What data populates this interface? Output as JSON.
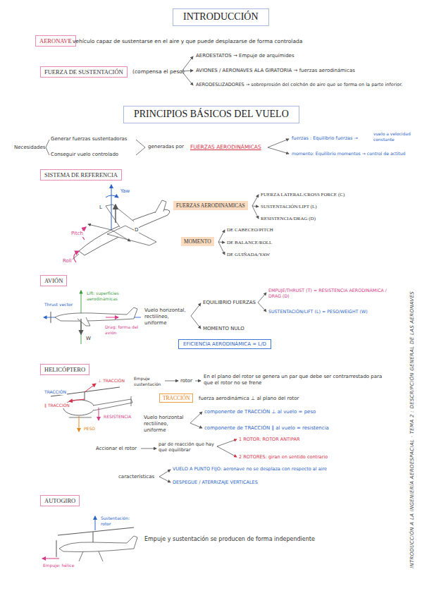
{
  "diagram": {
    "nodes": [
      {
        "text": [
          "INTRODUCCIÓN"
        ]
      },
      {
        "text": [
          "AERONAVE"
        ]
      },
      {
        "text": [
          "FUERZA DE SUSTENTACIÓN"
        ]
      },
      {
        "text": [
          "PRINCIPIOS BÁSICOS DEL VUELO"
        ]
      },
      {
        "text": [
          "SISTEMA DE REFERENCIA"
        ]
      },
      {
        "text": [
          "FUERZAS AERODINAMICAS"
        ]
      },
      {
        "text": [
          "MOMENTO"
        ]
      },
      {
        "text": [
          "AVIÓN"
        ]
      },
      {
        "text": [
          "EFICIENCIA AERODINÁMICA = L/D"
        ]
      },
      {
        "text": [
          "HELICÓPTERO"
        ]
      },
      {
        "text": [
          "TRACCIÓN"
        ]
      },
      {
        "text": [
          "AUTOGIRO"
        ]
      }
    ],
    "labels": [
      ": vehículo capaz de sustentarse en el aire y que puede desplazarse de forma controlada",
      "(compensa el peso)",
      "AEROESTATOS → Empuje de arquímides",
      "AVIONES / AERONAVES ALA GIRATORIA → fuerzas aerodinámicas",
      "AERODESLIZADORES → sobrepresión del colchón de aire que se forma en la parte inferior.",
      "Necesidades",
      "Generar fuerzas sustentadoras",
      "Conseguir vuelo controlado",
      "generadas por",
      "FUERZAS AERODINÁMICAS",
      "fuerzas : Equilibrio fuerzas →",
      "vuelo a velocidad constante",
      "momento: Equilibrio momentos → control de actitud",
      "Yaw",
      "Pitch",
      "Roll",
      "L",
      "D",
      "FUERZA LATERAL/CROSS FORCE (C)",
      "SUSTENTACIÓN/LIFT (L)",
      "RESISTENCIA/DRAG (D)",
      "DE CABECEO/PITCH",
      "DE BALANCE/ROLL",
      "DE GUIÑADA/YAW",
      "Thrust vector",
      "Lift: superficies aerodinámicas",
      "Drag: forma del avión",
      "W",
      "Vuelo horizontal, rectilíneo, uniforme",
      "EQUILIBRIO FUERZAS",
      "EMPUJE/THRUST (T) = RESISTENCIA AERODINÁMICA / DRAG (D)",
      "SUSTENTACIÓN/LIFT (L) = PESO/WEIGHT (W)",
      "MOMENTO NULO",
      "TRACCIÓN",
      "⊥ TRACCIÓN",
      "∥ TRACCIÓN",
      "RESISTENCIA",
      "PESO",
      "Empuje sustentación",
      "rotor",
      "En el plano del rotor se genera un par que debe ser contrarrestado para que el rotor no se frene",
      "fuerza aerodinámica ⊥ al plano del rotor",
      "Vuelo horizontal rectilíneo, uniforme",
      "componente de TRACCIÓN ⊥ al vuelo = peso",
      "componente de TRACCIÓN ∥ al vuelo = resistencia",
      "Accionar el rotor",
      "par de reacción que hay que equilibrar",
      "1 ROTOR: ROTOR ANTIPAR",
      "2 ROTORES: giran en sentido contrario",
      "características",
      "VUELO A PUNTO FIJO: aeronave no se desplaza con respecto al aire",
      "DESPEGUE / ATERRIZAJE VERTICALES",
      "Sustentación: rotor",
      "Empuje: hélice",
      "Empuje y sustentación se producen de forma independiente",
      "INTRODUCCIÓN A LA INGENIERÍA AEROESPACIAL · TEMA 2 : DESCRIPCIÓN GENERAL DE LAS AERONAVES"
    ]
  }
}
